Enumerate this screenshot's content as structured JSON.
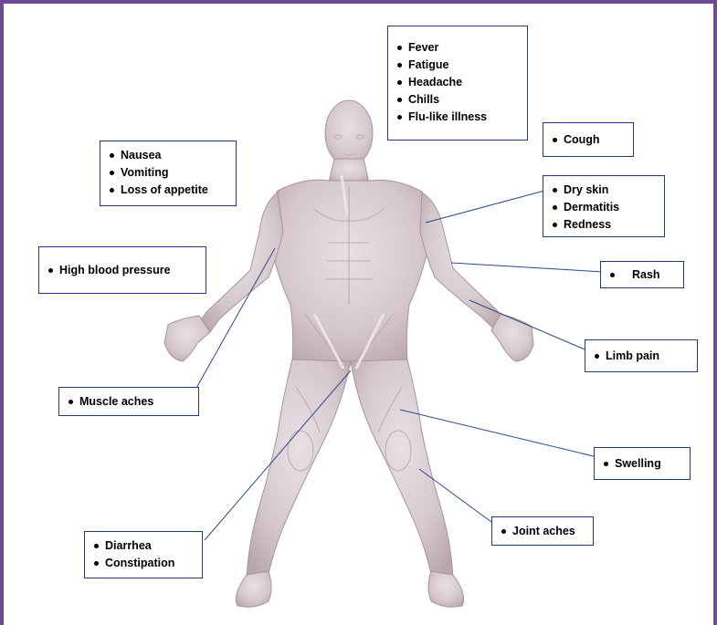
{
  "callouts": {
    "flu_symptoms": [
      "Fever",
      "Fatigue",
      "Headache",
      "Chills",
      "Flu-like illness"
    ],
    "cough": [
      "Cough"
    ],
    "gastro_upper": [
      "Nausea",
      "Vomiting",
      "Loss of appetite"
    ],
    "skin": [
      "Dry skin",
      "Dermatitis",
      "Redness"
    ],
    "blood_pressure": [
      "High blood pressure"
    ],
    "rash": [
      "Rash"
    ],
    "limb_pain": [
      "Limb pain"
    ],
    "muscle_aches": [
      "Muscle aches"
    ],
    "swelling": [
      "Swelling"
    ],
    "joint_aches": [
      "Joint aches"
    ],
    "gastro_lower": [
      "Diarrhea",
      "Constipation"
    ]
  },
  "colors": {
    "frame_border": "#6f4a97",
    "callout_border": "#1f3a7a",
    "leader_line": "#2a4a8c",
    "skin_tone": "#d9cfd3",
    "muscle_shade": "#c7b6bc",
    "tendon_highlight": "#e6e2e6"
  }
}
